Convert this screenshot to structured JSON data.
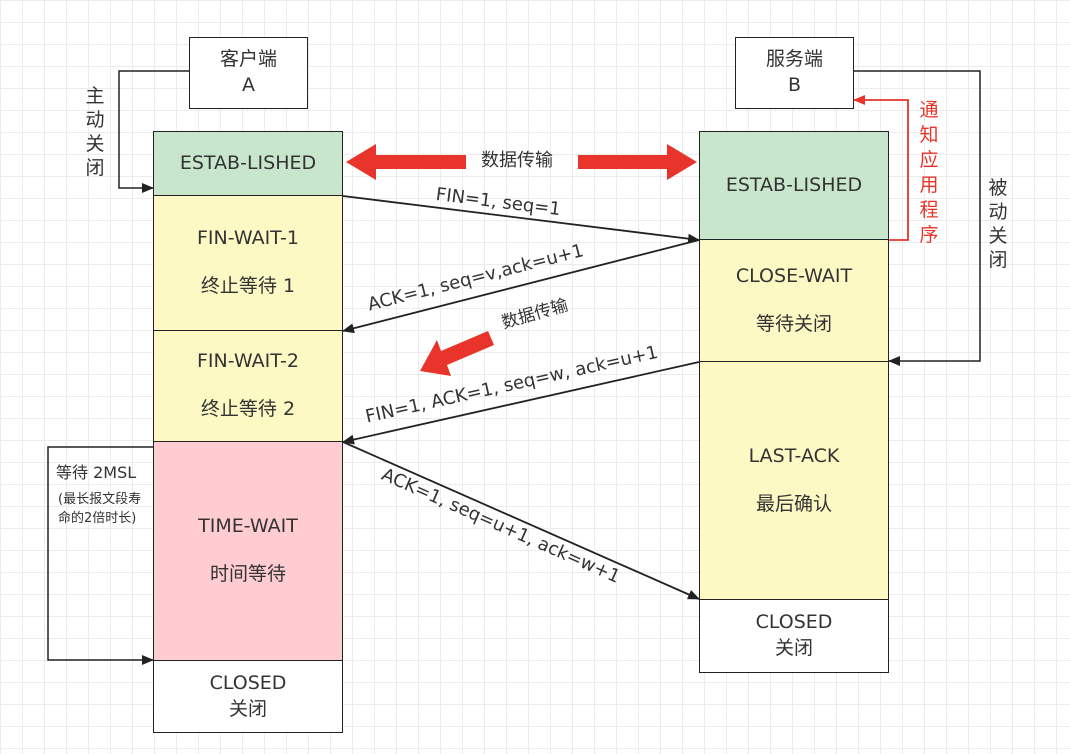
{
  "client": {
    "title": "客户端",
    "id": "A"
  },
  "server": {
    "title": "服务端",
    "id": "B"
  },
  "client_states": [
    {
      "name": "ESTAB-LISHED",
      "desc": ""
    },
    {
      "name": "FIN-WAIT-1",
      "desc": "终止等待 1"
    },
    {
      "name": "FIN-WAIT-2",
      "desc": "终止等待 2"
    },
    {
      "name": "TIME-WAIT",
      "desc": "时间等待"
    },
    {
      "name": "CLOSED",
      "desc": "关闭"
    }
  ],
  "server_states": [
    {
      "name": "ESTAB-LISHED",
      "desc": ""
    },
    {
      "name": "CLOSE-WAIT",
      "desc": "等待关闭"
    },
    {
      "name": "LAST-ACK",
      "desc": "最后确认"
    },
    {
      "name": "CLOSED",
      "desc": "关闭"
    }
  ],
  "messages": [
    {
      "text": "FIN=1, seq=1"
    },
    {
      "text": "ACK=1, seq=v,ack=u+1"
    },
    {
      "text": "FIN=1, ACK=1, seq=w, ack=u+1"
    },
    {
      "text": "ACK=1, seq=u+1, ack=w+1"
    }
  ],
  "data_transfer": {
    "top": "数据传输",
    "middle": "数据传输"
  },
  "side_labels": {
    "active_close": [
      "主",
      "动",
      "关",
      "闭"
    ],
    "passive_close": [
      "被",
      "动",
      "关",
      "闭"
    ],
    "notify_app": [
      "通",
      "知",
      "应",
      "用",
      "程",
      "序"
    ],
    "wait_2msl": "等待 2MSL",
    "wait_2msl_note_line1": "(最长报文段寿",
    "wait_2msl_note_line2": "命的2倍时长)"
  },
  "colors": {
    "established": "#c8e6cc",
    "waiting": "#fdf9c4",
    "time_wait": "#ffccd2",
    "closed": "#ffffff",
    "accent_red": "#e8342a"
  }
}
